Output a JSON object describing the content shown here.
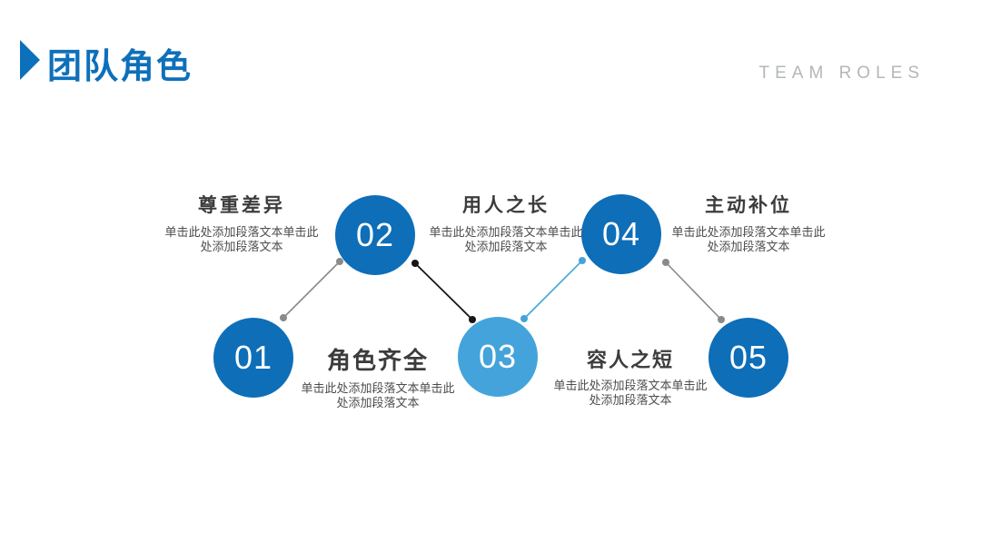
{
  "slide": {
    "title": "团队角色",
    "subtitle": "TEAM ROLES"
  },
  "palette": {
    "title_blue": "#0d70ba",
    "primary_blue": "#0e6eb8",
    "light_blue": "#44a3da",
    "heading_text": "#3c3c3c",
    "body_text": "#4d4d4d",
    "subtitle_gray": "#b4b7ba",
    "connector_gray": "#8a8a8a",
    "connector_black": "#161616",
    "connector_blue": "#44a3da"
  },
  "steps": [
    {
      "number": "01",
      "tone": "dark"
    },
    {
      "number": "02",
      "tone": "dark"
    },
    {
      "number": "03",
      "tone": "light"
    },
    {
      "number": "04",
      "tone": "dark"
    },
    {
      "number": "05",
      "tone": "dark"
    }
  ],
  "sections": [
    {
      "heading": "尊重差异",
      "lines": [
        "单击此处添加段落文本单击此",
        "处添加段落文本"
      ]
    },
    {
      "heading": "用人之长",
      "lines": [
        "单击此处添加段落文本单击此",
        "处添加段落文本"
      ]
    },
    {
      "heading": "主动补位",
      "lines": [
        "单击此处添加段落文本单击此",
        "处添加段落文本"
      ]
    },
    {
      "heading": "角色齐全",
      "lines": [
        "单击此处添加段落文本单击此",
        "处添加段落文本"
      ]
    },
    {
      "heading": "容人之短",
      "lines": [
        "单击此处添加段落文本单击此",
        "处添加段落文本"
      ]
    }
  ],
  "connectors": [
    {
      "from": "01",
      "to": "02",
      "color": "#8a8a8a"
    },
    {
      "from": "02",
      "to": "03",
      "color": "#161616"
    },
    {
      "from": "03",
      "to": "04",
      "color": "#44a3da"
    },
    {
      "from": "04",
      "to": "05",
      "color": "#8a8a8a"
    }
  ]
}
